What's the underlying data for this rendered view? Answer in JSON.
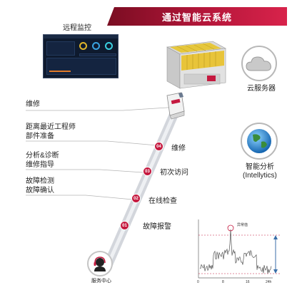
{
  "banner": {
    "title": "通过智能云系统"
  },
  "remote_monitor": {
    "label": "远程监控"
  },
  "cloud": {
    "label": "云服务器",
    "icon": "cloud-icon"
  },
  "analytics": {
    "label": "智能分析",
    "sublabel": "(Intellytics)",
    "icon": "globe-icon"
  },
  "left_labels": {
    "repair": "维修",
    "engineer_line1": "距离最近工程师",
    "engineer_line2": "部件准备",
    "analysis_line1": "分析&诊断",
    "analysis_line2": "维修指导",
    "fault_line1": "故障检测",
    "fault_line2": "故障确认"
  },
  "steps": [
    {
      "num": "01",
      "label": "故障报警"
    },
    {
      "num": "02",
      "label": "在线检查"
    },
    {
      "num": "03",
      "label": "初次访问"
    },
    {
      "num": "04",
      "label": "维修"
    }
  ],
  "service_center": {
    "label": "服务中心"
  },
  "chart": {
    "annotation": "异常值",
    "x_ticks": [
      "0",
      "8",
      "16",
      "24h"
    ]
  },
  "colors": {
    "accent": "#c5193f",
    "banner_dark": "#7a0d22"
  }
}
